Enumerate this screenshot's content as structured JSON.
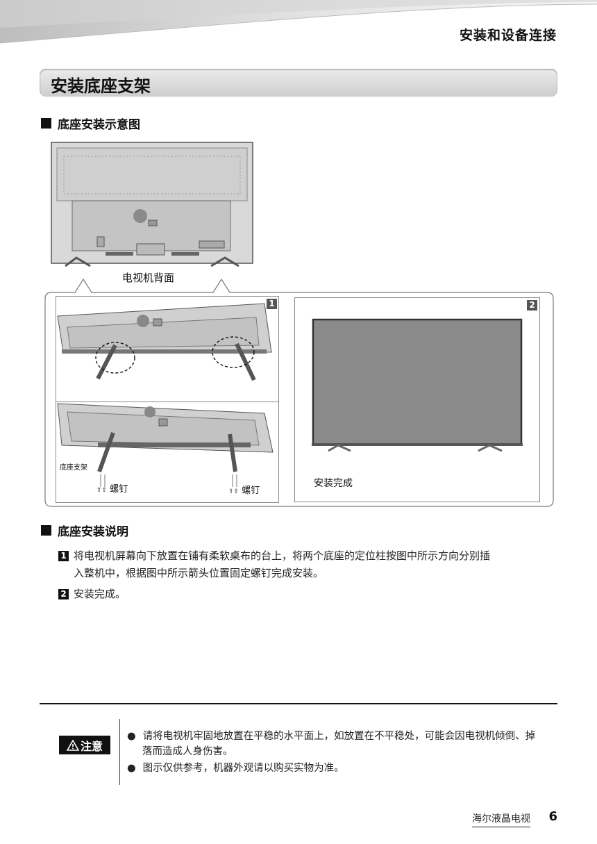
{
  "header": {
    "section_tag": "安装和设备连接"
  },
  "title": "安装底座支架",
  "diagram": {
    "subhead": "底座安装示意图",
    "back_label": "电视机背面",
    "step_num_1": "1",
    "step_num_2": "2",
    "stand_label": "底座支架",
    "screw_label_left": "螺钉",
    "screw_label_right": "螺钉",
    "done_label": "安装完成"
  },
  "instructions": {
    "subhead": "底座安装说明",
    "steps": [
      {
        "num": "1",
        "line1": "将电视机屏幕向下放置在铺有柔软桌布的台上，将两个底座的定位柱按图中所示方向分别插",
        "line2": "入整机中，根据图中所示箭头位置固定螺钉完成安装。"
      },
      {
        "num": "2",
        "line1": "安装完成。"
      }
    ]
  },
  "caution": {
    "badge": "注意",
    "items": [
      {
        "line1": "请将电视机牢固地放置在平稳的水平面上，如放置在不平稳处，可能会因电视机倾倒、掉",
        "line2": "落而造成人身伤害。"
      },
      {
        "line1": "图示仅供参考，机器外观请以购买实物为准。"
      }
    ]
  },
  "footer": {
    "label": "海尔液晶电视",
    "page": "6"
  }
}
